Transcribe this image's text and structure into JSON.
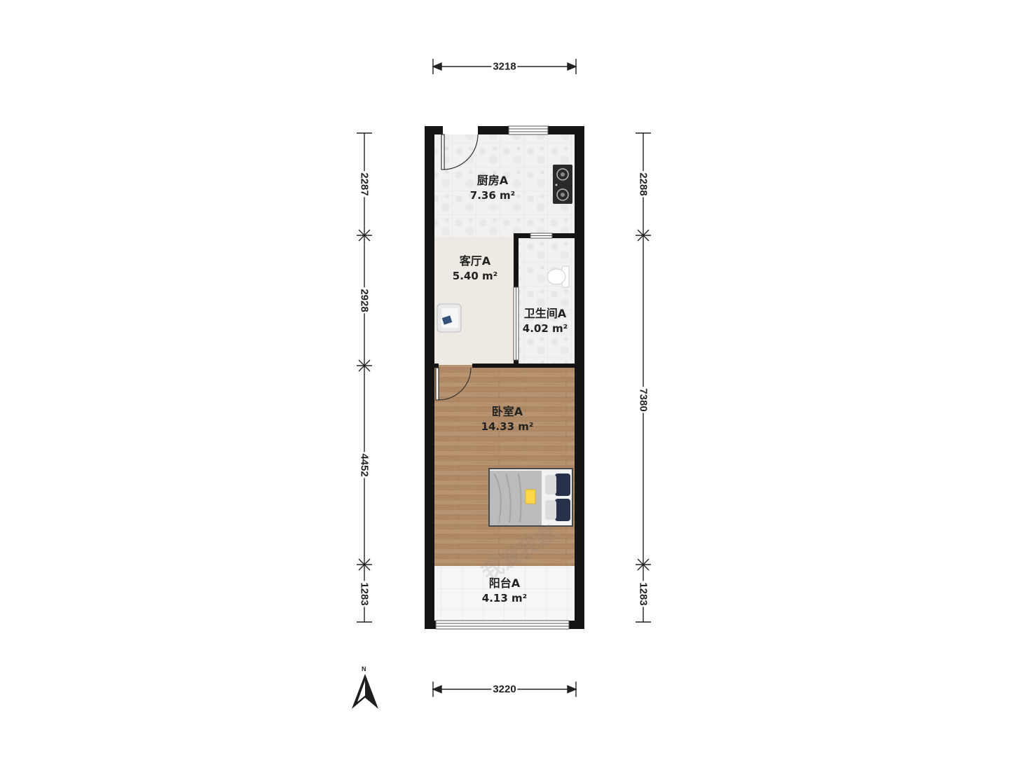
{
  "floor_plan": {
    "rooms": [
      {
        "id": "kitchen",
        "name": "厨房A",
        "area": "7.36 m²"
      },
      {
        "id": "living",
        "name": "客厅A",
        "area": "5.40 m²"
      },
      {
        "id": "bathroom",
        "name": "卫生间A",
        "area": "4.02 m²"
      },
      {
        "id": "bedroom",
        "name": "卧室A",
        "area": "14.33 m²"
      },
      {
        "id": "balcony",
        "name": "阳台A",
        "area": "4.13 m²"
      }
    ],
    "dimensions": {
      "top": "3218",
      "bottom": "3220",
      "left": [
        "2287",
        "2928",
        "4452",
        "1283"
      ],
      "right": [
        "2288",
        "7380",
        "1283"
      ]
    },
    "compass": {
      "label": "N"
    },
    "watermark": "我爱我家",
    "colors": {
      "wall": "#141414",
      "tile": "#efefef",
      "living_floor": "#eeeae3",
      "wood": "#b08a66",
      "dimension_line": "#222222"
    }
  }
}
